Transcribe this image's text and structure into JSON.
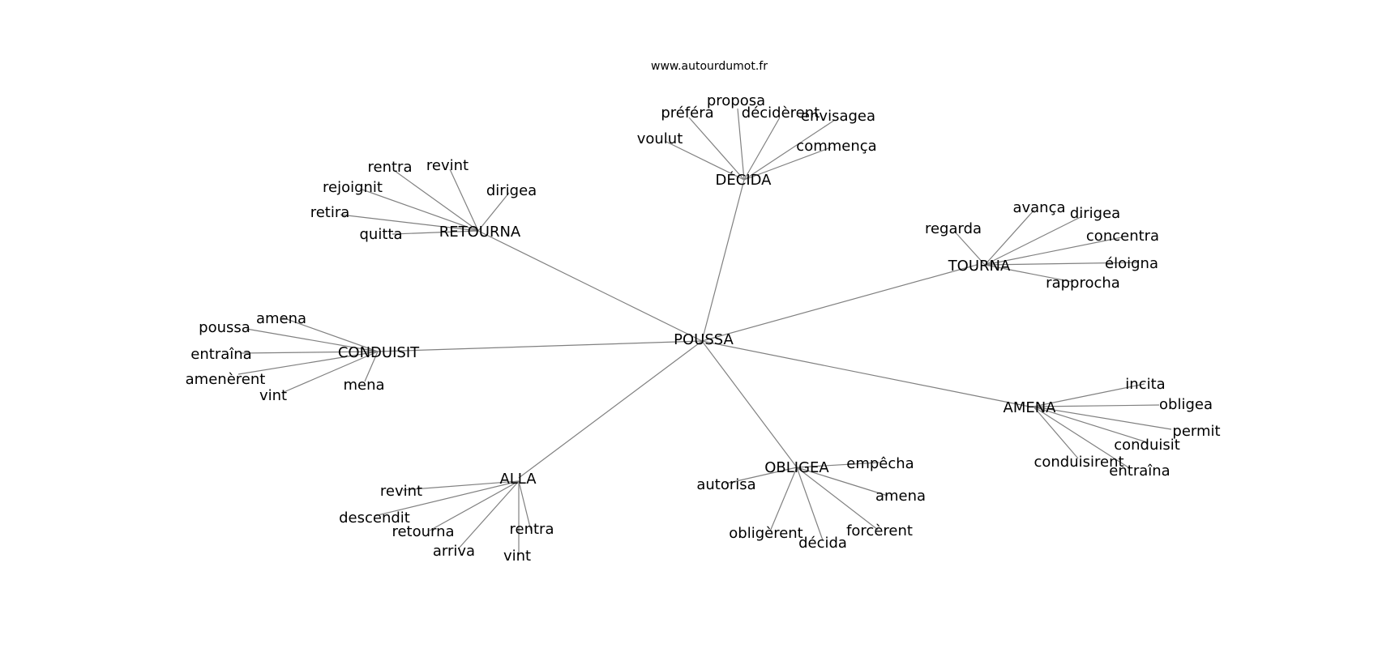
{
  "site": "www.autourdumot.fr",
  "root": "POUSSA",
  "clusters": [
    {
      "hub": "DÉCIDA",
      "leaves": [
        "proposa",
        "préféra",
        "décidèrent",
        "envisagea",
        "voulut",
        "commença"
      ]
    },
    {
      "hub": "RETOURNA",
      "leaves": [
        "rentra",
        "revint",
        "rejoignit",
        "dirigea",
        "retira",
        "quitta"
      ]
    },
    {
      "hub": "TOURNA",
      "leaves": [
        "regarda",
        "avança",
        "dirigea",
        "concentra",
        "éloigna",
        "rapprocha"
      ]
    },
    {
      "hub": "CONDUISIT",
      "leaves": [
        "amena",
        "poussa",
        "entraîna",
        "amenèrent",
        "vint",
        "mena"
      ]
    },
    {
      "hub": "AMENA",
      "leaves": [
        "incita",
        "obligea",
        "permit",
        "conduisit",
        "conduisirent",
        "entraîna"
      ]
    },
    {
      "hub": "ALLA",
      "leaves": [
        "revint",
        "descendit",
        "retourna",
        "rentra",
        "arriva",
        "vint"
      ]
    },
    {
      "hub": "OBLIGEA",
      "leaves": [
        "empêcha",
        "autorisa",
        "amena",
        "obligèrent",
        "forcèrent",
        "décida"
      ]
    }
  ]
}
